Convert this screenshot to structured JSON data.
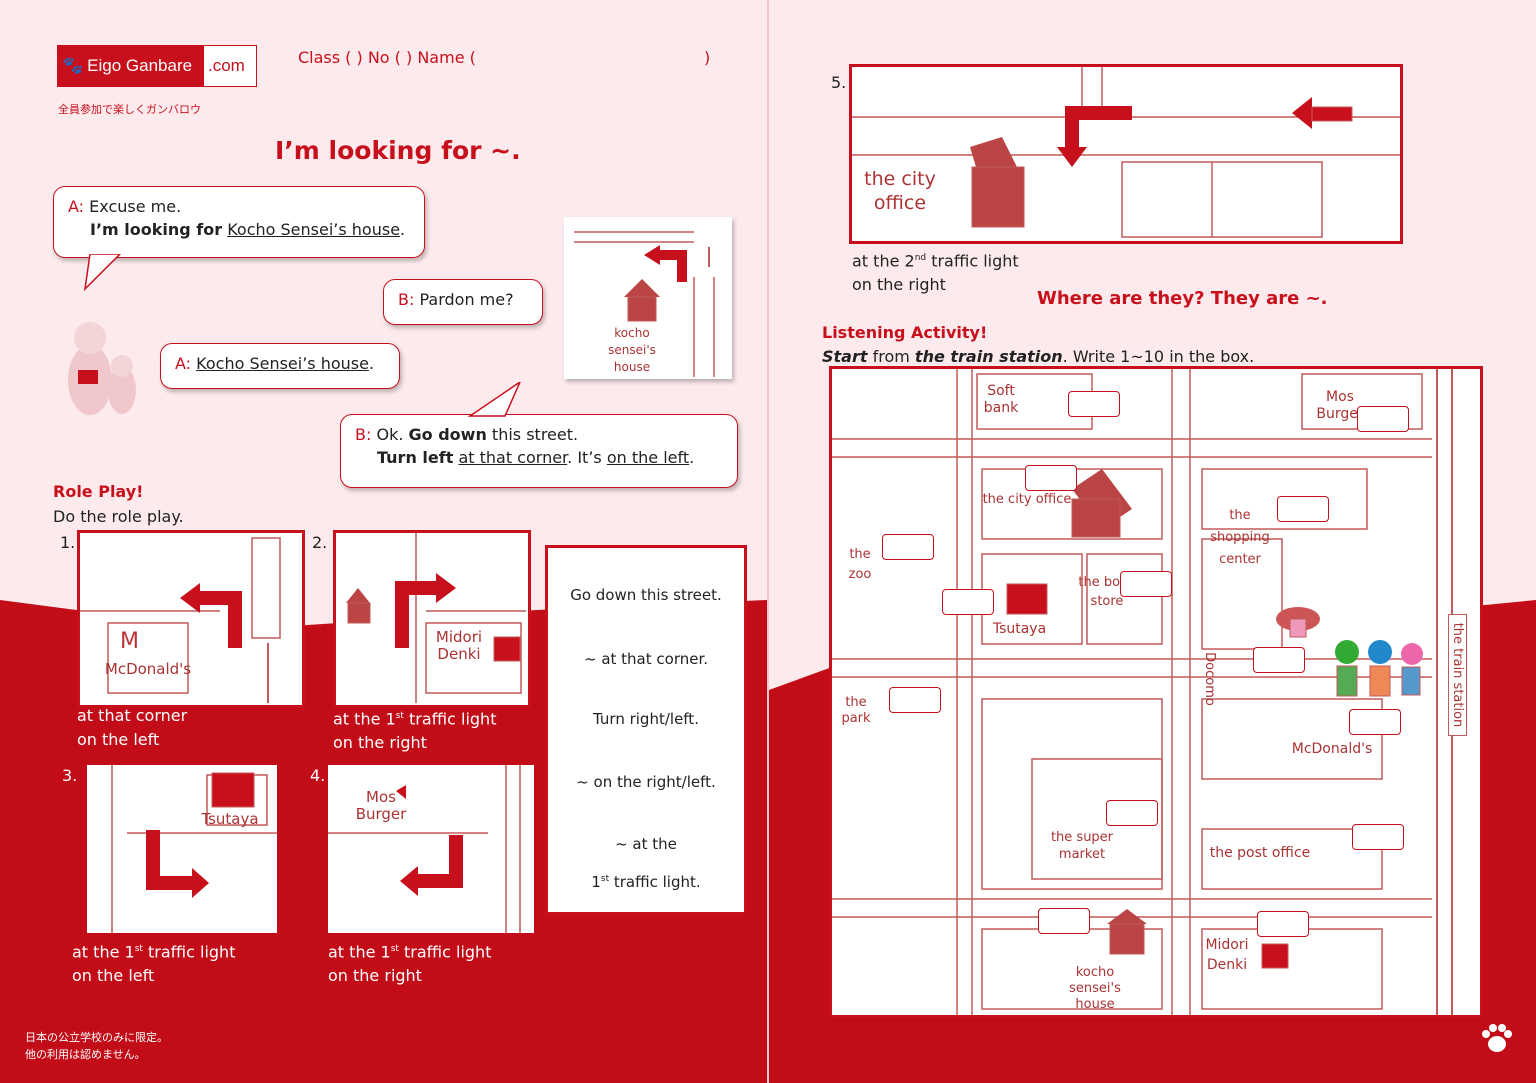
{
  "header": {
    "logo_main": "Eigo Ganbare",
    "logo_suffix": ".com",
    "slogan": "全員参加で楽しくガンバロウ",
    "class_line": "Class (   ) No (   ) Name (",
    "class_line_end": ")"
  },
  "title": "I’m looking for ~.",
  "dialogue": {
    "a1_speaker": "A:",
    "a1_line1": "Excuse me.",
    "a1_line2_bold": "I’m looking for",
    "a1_line2_place": "Kocho Sensei’s house",
    "a1_line2_end": ".",
    "b1_speaker": "B:",
    "b1_text": "Pardon me?",
    "a2_speaker": "A:",
    "a2_place": "Kocho Sensei’s house",
    "a2_end": ".",
    "b2_speaker": "B:",
    "b2_ok": "Ok.",
    "b2_go": "Go down",
    "b2_street": "this street.",
    "b2_turn": "Turn left",
    "b2_corner": "at that corner",
    "b2_its": ". It’s",
    "b2_onleft": "on the left",
    "b2_end": ".",
    "example_label": "kocho sensei's house"
  },
  "role_play": {
    "heading": "Role Play!",
    "instruction": "Do the role play.",
    "items": [
      {
        "num": "1.",
        "place": "McDonald's",
        "line1": "at that corner",
        "line2": "on the left"
      },
      {
        "num": "2.",
        "place": "Midori Denki",
        "line1a": "at the 1",
        "sup": "st",
        "line1b": " traffic light",
        "line2": "on the right"
      },
      {
        "num": "3.",
        "place": "Tsutaya",
        "line1a": "at the 1",
        "sup": "st",
        "line1b": " traffic light",
        "line2": "on the left"
      },
      {
        "num": "4.",
        "place": "Mos Burger",
        "line1a": "at the 1",
        "sup": "st",
        "line1b": " traffic light",
        "line2": "on the right"
      }
    ]
  },
  "hints": {
    "h1": "Go down this street.",
    "h2": "~ at that corner.",
    "h3": "Turn right/left.",
    "h4": "~ on the right/left.",
    "h5a": "~ at the",
    "h5b": "1",
    "h5sup": "st",
    "h5c": " traffic light."
  },
  "footer_note_1": "日本の公立学校のみに限定。",
  "footer_note_2": "他の利用は認めません。",
  "item5": {
    "num": "5.",
    "place": "the city office",
    "line1a": "at the 2",
    "sup": "nd",
    "line1b": " traffic light",
    "line2": "on the right"
  },
  "subtitle": "Where are they? They are ~.",
  "listening": {
    "heading": "Listening Activity!",
    "start_bold": "Start",
    "from": " from ",
    "station_bold": "the train station",
    "rest": ".  Write 1~10 in the box."
  },
  "map_labels": {
    "softbank": "Soft bank",
    "mos": "Mos Burger",
    "city_office": "the city office",
    "shopping": "the shopping center",
    "zoo": "the zoo",
    "bookstore": "the book store",
    "tsutaya": "Tsutaya",
    "docomo": "Docomo",
    "train_station": "the train station",
    "park": "the park",
    "mcdonalds": "McDonald's",
    "supermarket": "the super market",
    "post_office": "the post office",
    "midori": "Midori Denki",
    "kocho": "kocho sensei's house"
  },
  "colors": {
    "accent": "#c8101c",
    "page_bg": "#fdeaed"
  }
}
